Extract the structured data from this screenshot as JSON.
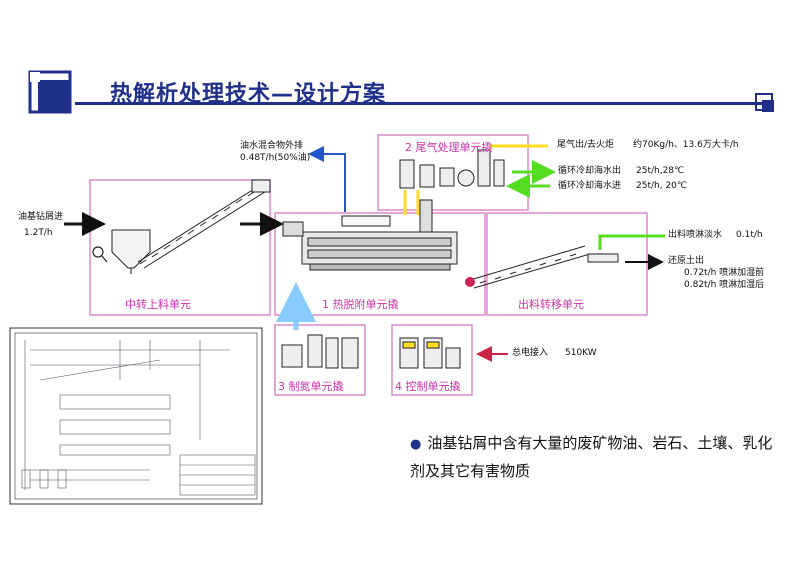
{
  "slide": {
    "title": "热解析处理技术—设计方案"
  },
  "units": {
    "u1": "1  热脱附单元撬",
    "u2": "2  尾气处理单元撬",
    "u3": "3  制氮单元撬",
    "u4": "4  控制单元撬",
    "feed": "中转上料单元",
    "discharge": "出料转移单元"
  },
  "labels": {
    "oil_out_1": "油水混合物外排",
    "oil_out_2": "0.48T/h(50%油)",
    "feed_in_1": "油基钻屑进",
    "feed_in_2": "1.2T/h",
    "exhaust": "尾气出/去火炬",
    "exhaust_val": "约70Kg/h、13.6万大卡/h",
    "cool_out": "循环冷却海水出",
    "cool_out_val": "25t/h,28℃",
    "cool_in": "循环冷却海水进",
    "cool_in_val": "25t/h, 20℃",
    "spray": "出料喷淋淡水",
    "spray_val": "0.1t/h",
    "soil_out": "还原土出",
    "soil_1": "0.72t/h  喷淋加湿前",
    "soil_2": "0.82t/h  喷淋加湿后",
    "power": "总电接入",
    "power_val": "510KW"
  },
  "bullet": {
    "text": "油基钻屑中含有大量的废矿物油、岩石、土壤、乳化剂及其它有害物质"
  },
  "colors": {
    "title": "#1f2f8a",
    "unit_border": "#dd88cc",
    "arrow_green": "#55dd22",
    "arrow_blue": "#2255cc",
    "arrow_yellow": "#ffdd22",
    "arrow_cyan": "#88ccff"
  }
}
